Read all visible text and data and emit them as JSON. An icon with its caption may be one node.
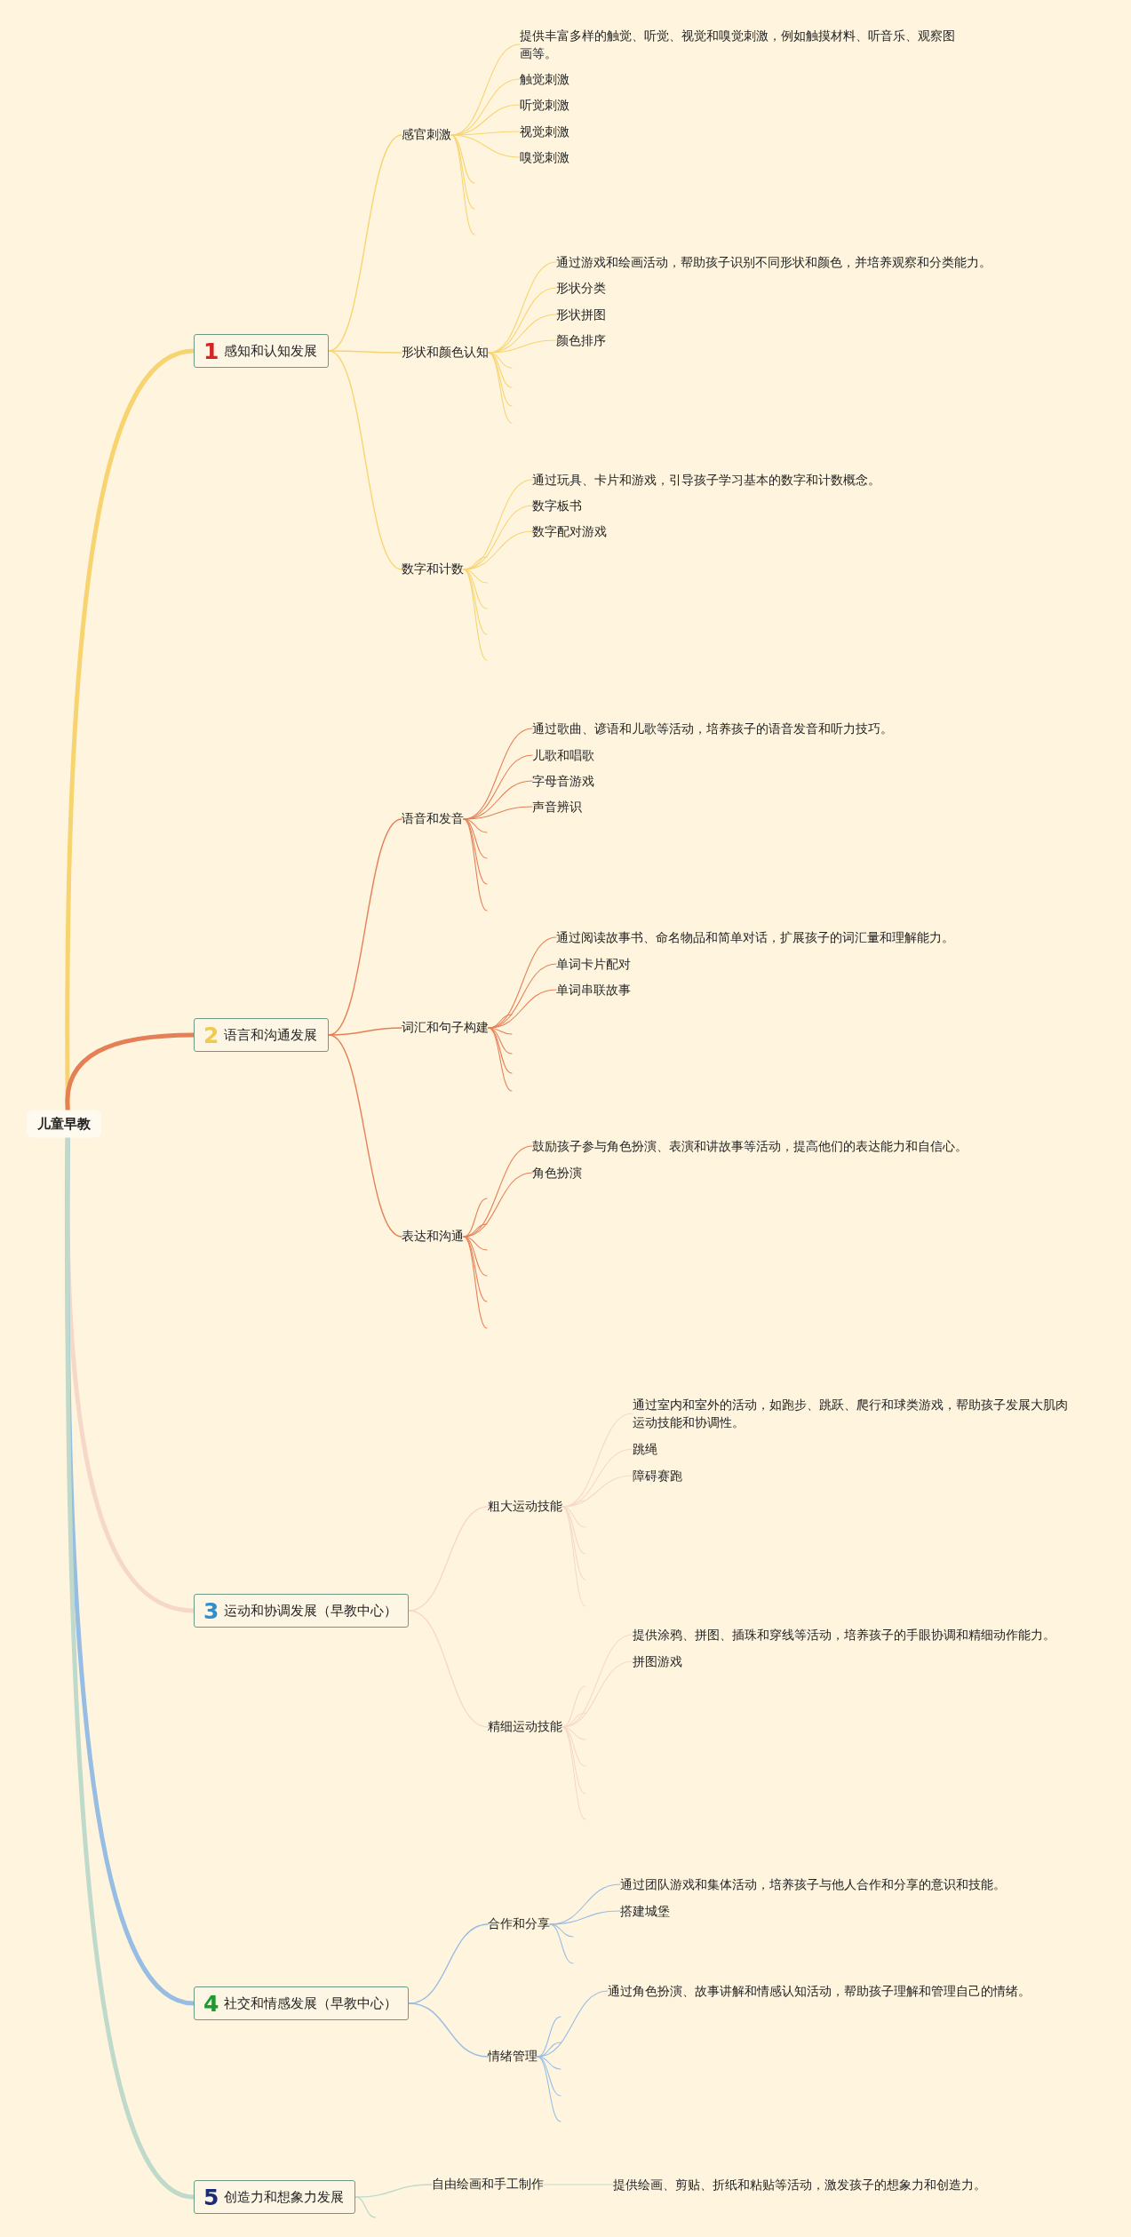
{
  "diagram": {
    "nodes": [
      {
        "text": [
          "儿童早教"
        ]
      },
      {
        "text": [
          "1",
          "感知和认知发展"
        ]
      },
      {
        "text": [
          "感官刺激"
        ]
      },
      {
        "text": [
          "提供丰富多样的触觉、听觉、视觉和嗅觉刺激，例如触摸材料、听音乐、观察图画等。"
        ]
      },
      {
        "text": [
          "触觉刺激"
        ]
      },
      {
        "text": [
          "听觉刺激"
        ]
      },
      {
        "text": [
          "视觉刺激"
        ]
      },
      {
        "text": [
          "嗅觉刺激"
        ]
      },
      {
        "text": [
          "形状和颜色认知"
        ]
      },
      {
        "text": [
          "通过游戏和绘画活动，帮助孩子识别不同形状和颜色，并培养观察和分类能力。"
        ]
      },
      {
        "text": [
          "形状分类"
        ]
      },
      {
        "text": [
          "形状拼图"
        ]
      },
      {
        "text": [
          "颜色排序"
        ]
      },
      {
        "text": [
          "数字和计数"
        ]
      },
      {
        "text": [
          "通过玩具、卡片和游戏，引导孩子学习基本的数字和计数概念。"
        ]
      },
      {
        "text": [
          "数字板书"
        ]
      },
      {
        "text": [
          "数字配对游戏"
        ]
      },
      {
        "text": [
          "2",
          "语言和沟通发展"
        ]
      },
      {
        "text": [
          "语音和发音"
        ]
      },
      {
        "text": [
          "通过歌曲、谚语和儿歌等活动，培养孩子的语音发音和听力技巧。"
        ]
      },
      {
        "text": [
          "儿歌和唱歌"
        ]
      },
      {
        "text": [
          "字母音游戏"
        ]
      },
      {
        "text": [
          "声音辨识"
        ]
      },
      {
        "text": [
          "词汇和句子构建"
        ]
      },
      {
        "text": [
          "通过阅读故事书、命名物品和简单对话，扩展孩子的词汇量和理解能力。"
        ]
      },
      {
        "text": [
          "单词卡片配对"
        ]
      },
      {
        "text": [
          "单词串联故事"
        ]
      },
      {
        "text": [
          "表达和沟通"
        ]
      },
      {
        "text": [
          "鼓励孩子参与角色扮演、表演和讲故事等活动，提高他们的表达能力和自信心。"
        ]
      },
      {
        "text": [
          "角色扮演"
        ]
      },
      {
        "text": [
          "3",
          "运动和协调发展（早教中心）"
        ]
      },
      {
        "text": [
          "粗大运动技能"
        ]
      },
      {
        "text": [
          "通过室内和室外的活动，如跑步、跳跃、爬行和球类游戏，帮助孩子发展大肌肉运动技能和协调性。"
        ]
      },
      {
        "text": [
          "跳绳"
        ]
      },
      {
        "text": [
          "障碍赛跑"
        ]
      },
      {
        "text": [
          "精细运动技能"
        ]
      },
      {
        "text": [
          "提供涂鸦、拼图、插珠和穿线等活动，培养孩子的手眼协调和精细动作能力。"
        ]
      },
      {
        "text": [
          "拼图游戏"
        ]
      },
      {
        "text": [
          "4",
          "社交和情感发展（早教中心）"
        ]
      },
      {
        "text": [
          "合作和分享"
        ]
      },
      {
        "text": [
          "通过团队游戏和集体活动，培养孩子与他人合作和分享的意识和技能。"
        ]
      },
      {
        "text": [
          "搭建城堡"
        ]
      },
      {
        "text": [
          "情绪管理"
        ]
      },
      {
        "text": [
          "通过角色扮演、故事讲解和情感认知活动，帮助孩子理解和管理自己的情绪。"
        ]
      },
      {
        "text": [
          "5",
          "创造力和想象力发展"
        ]
      },
      {
        "text": [
          "自由绘画和手工制作"
        ]
      },
      {
        "text": [
          "提供绘画、剪贴、折纸和粘贴等活动，激发孩子的想象力和创造力。"
        ]
      }
    ],
    "edges": [
      {
        "from": 0,
        "to": 1,
        "arrow": "none",
        "style": "thick",
        "color": "#f7d470"
      },
      {
        "from": 0,
        "to": 17,
        "arrow": "none",
        "style": "thick",
        "color": "#e57f55"
      },
      {
        "from": 0,
        "to": 30,
        "arrow": "none",
        "style": "thick",
        "color": "#f6d8c8"
      },
      {
        "from": 0,
        "to": 38,
        "arrow": "none",
        "style": "thick",
        "color": "#97bde3"
      },
      {
        "from": 0,
        "to": 44,
        "arrow": "none",
        "style": "thick",
        "color": "#bfdacb"
      },
      {
        "from": 1,
        "to": 2,
        "arrow": "none",
        "color": "#f7d470"
      },
      {
        "from": 1,
        "to": 8,
        "arrow": "none",
        "color": "#f7d470"
      },
      {
        "from": 1,
        "to": 13,
        "arrow": "none",
        "color": "#f7d470"
      },
      {
        "from": 2,
        "to": 3,
        "arrow": "none",
        "color": "#f7d470"
      },
      {
        "from": 2,
        "to": 4,
        "arrow": "none",
        "color": "#f7d470"
      },
      {
        "from": 2,
        "to": 5,
        "arrow": "none",
        "color": "#f7d470"
      },
      {
        "from": 2,
        "to": 6,
        "arrow": "none",
        "color": "#f7d470"
      },
      {
        "from": 2,
        "to": 7,
        "arrow": "none",
        "color": "#f7d470"
      },
      {
        "from": 2,
        "to": null,
        "arrow": "none",
        "color": "#f7d470"
      },
      {
        "from": 2,
        "to": null,
        "arrow": "none",
        "color": "#f7d470"
      },
      {
        "from": 2,
        "to": null,
        "arrow": "none",
        "color": "#f7d470"
      },
      {
        "from": 8,
        "to": 9,
        "arrow": "none",
        "color": "#f7d470"
      },
      {
        "from": 8,
        "to": 10,
        "arrow": "none",
        "color": "#f7d470"
      },
      {
        "from": 8,
        "to": 11,
        "arrow": "none",
        "color": "#f7d470"
      },
      {
        "from": 8,
        "to": 12,
        "arrow": "none",
        "color": "#f7d470"
      },
      {
        "from": 8,
        "to": null,
        "arrow": "none",
        "color": "#f7d470"
      },
      {
        "from": 8,
        "to": null,
        "arrow": "none",
        "color": "#f7d470"
      },
      {
        "from": 8,
        "to": null,
        "arrow": "none",
        "color": "#f7d470"
      },
      {
        "from": 8,
        "to": null,
        "arrow": "none",
        "color": "#f7d470"
      },
      {
        "from": 13,
        "to": 14,
        "arrow": "none",
        "color": "#f7d470"
      },
      {
        "from": 13,
        "to": 15,
        "arrow": "none",
        "color": "#f7d470"
      },
      {
        "from": 13,
        "to": 16,
        "arrow": "none",
        "color": "#f7d470"
      },
      {
        "from": 13,
        "to": null,
        "arrow": "none",
        "color": "#f7d470"
      },
      {
        "from": 13,
        "to": null,
        "arrow": "none",
        "color": "#f7d470"
      },
      {
        "from": 13,
        "to": null,
        "arrow": "none",
        "color": "#f7d470"
      },
      {
        "from": 13,
        "to": null,
        "arrow": "none",
        "color": "#f7d470"
      },
      {
        "from": 13,
        "to": null,
        "arrow": "none",
        "color": "#f7d470"
      },
      {
        "from": 17,
        "to": 18,
        "arrow": "none",
        "color": "#e57f55"
      },
      {
        "from": 17,
        "to": 23,
        "arrow": "none",
        "color": "#e57f55"
      },
      {
        "from": 17,
        "to": 27,
        "arrow": "none",
        "color": "#e57f55"
      },
      {
        "from": 18,
        "to": 19,
        "arrow": "none",
        "color": "#e57f55"
      },
      {
        "from": 18,
        "to": 20,
        "arrow": "none",
        "color": "#e57f55"
      },
      {
        "from": 18,
        "to": 21,
        "arrow": "none",
        "color": "#e57f55"
      },
      {
        "from": 18,
        "to": 22,
        "arrow": "none",
        "color": "#e57f55"
      },
      {
        "from": 18,
        "to": null,
        "arrow": "none",
        "color": "#e57f55"
      },
      {
        "from": 18,
        "to": null,
        "arrow": "none",
        "color": "#e57f55"
      },
      {
        "from": 18,
        "to": null,
        "arrow": "none",
        "color": "#e57f55"
      },
      {
        "from": 18,
        "to": null,
        "arrow": "none",
        "color": "#e57f55"
      },
      {
        "from": 23,
        "to": 24,
        "arrow": "none",
        "color": "#e57f55"
      },
      {
        "from": 23,
        "to": 25,
        "arrow": "none",
        "color": "#e57f55"
      },
      {
        "from": 23,
        "to": 26,
        "arrow": "none",
        "color": "#e57f55"
      },
      {
        "from": 23,
        "to": null,
        "arrow": "none",
        "color": "#e57f55"
      },
      {
        "from": 23,
        "to": null,
        "arrow": "none",
        "color": "#e57f55"
      },
      {
        "from": 23,
        "to": null,
        "arrow": "none",
        "color": "#e57f55"
      },
      {
        "from": 23,
        "to": null,
        "arrow": "none",
        "color": "#e57f55"
      },
      {
        "from": 23,
        "to": null,
        "arrow": "none",
        "color": "#e57f55"
      },
      {
        "from": 27,
        "to": 28,
        "arrow": "none",
        "color": "#e57f55"
      },
      {
        "from": 27,
        "to": 29,
        "arrow": "none",
        "color": "#e57f55"
      },
      {
        "from": 27,
        "to": null,
        "arrow": "none",
        "color": "#e57f55"
      },
      {
        "from": 27,
        "to": null,
        "arrow": "none",
        "color": "#e57f55"
      },
      {
        "from": 27,
        "to": null,
        "arrow": "none",
        "color": "#e57f55"
      },
      {
        "from": 27,
        "to": null,
        "arrow": "none",
        "color": "#e57f55"
      },
      {
        "from": 27,
        "to": null,
        "arrow": "none",
        "color": "#e57f55"
      },
      {
        "from": 27,
        "to": null,
        "arrow": "none",
        "color": "#e57f55"
      },
      {
        "from": 30,
        "to": 31,
        "arrow": "none",
        "color": "#f6d8c8"
      },
      {
        "from": 30,
        "to": 35,
        "arrow": "none",
        "color": "#f6d8c8"
      },
      {
        "from": 31,
        "to": 32,
        "arrow": "none",
        "color": "#f6d8c8"
      },
      {
        "from": 31,
        "to": 33,
        "arrow": "none",
        "color": "#f6d8c8"
      },
      {
        "from": 31,
        "to": 34,
        "arrow": "none",
        "color": "#f6d8c8"
      },
      {
        "from": 31,
        "to": null,
        "arrow": "none",
        "color": "#f6d8c8"
      },
      {
        "from": 31,
        "to": null,
        "arrow": "none",
        "color": "#f6d8c8"
      },
      {
        "from": 31,
        "to": null,
        "arrow": "none",
        "color": "#f6d8c8"
      },
      {
        "from": 31,
        "to": null,
        "arrow": "none",
        "color": "#f6d8c8"
      },
      {
        "from": 31,
        "to": null,
        "arrow": "none",
        "color": "#f6d8c8"
      },
      {
        "from": 35,
        "to": 36,
        "arrow": "none",
        "color": "#f6d8c8"
      },
      {
        "from": 35,
        "to": 37,
        "arrow": "none",
        "color": "#f6d8c8"
      },
      {
        "from": 35,
        "to": null,
        "arrow": "none",
        "color": "#f6d8c8"
      },
      {
        "from": 35,
        "to": null,
        "arrow": "none",
        "color": "#f6d8c8"
      },
      {
        "from": 35,
        "to": null,
        "arrow": "none",
        "color": "#f6d8c8"
      },
      {
        "from": 35,
        "to": null,
        "arrow": "none",
        "color": "#f6d8c8"
      },
      {
        "from": 35,
        "to": null,
        "arrow": "none",
        "color": "#f6d8c8"
      },
      {
        "from": 35,
        "to": null,
        "arrow": "none",
        "color": "#f6d8c8"
      },
      {
        "from": 38,
        "to": 39,
        "arrow": "none",
        "color": "#97bde3"
      },
      {
        "from": 38,
        "to": 42,
        "arrow": "none",
        "color": "#97bde3"
      },
      {
        "from": 39,
        "to": 40,
        "arrow": "none",
        "color": "#97bde3"
      },
      {
        "from": 39,
        "to": 41,
        "arrow": "none",
        "color": "#97bde3"
      },
      {
        "from": 39,
        "to": null,
        "arrow": "none",
        "color": "#97bde3"
      },
      {
        "from": 39,
        "to": null,
        "arrow": "none",
        "color": "#97bde3"
      },
      {
        "from": 42,
        "to": 43,
        "arrow": "none",
        "color": "#97bde3"
      },
      {
        "from": 42,
        "to": null,
        "arrow": "none",
        "color": "#97bde3"
      },
      {
        "from": 42,
        "to": null,
        "arrow": "none",
        "color": "#97bde3"
      },
      {
        "from": 42,
        "to": null,
        "arrow": "none",
        "color": "#97bde3"
      },
      {
        "from": 42,
        "to": null,
        "arrow": "none",
        "color": "#97bde3"
      },
      {
        "from": 42,
        "to": null,
        "arrow": "none",
        "color": "#97bde3"
      },
      {
        "from": 44,
        "to": 45,
        "arrow": "none",
        "color": "#bfdacb"
      },
      {
        "from": 44,
        "to": null,
        "arrow": "none",
        "color": "#bfdacb"
      },
      {
        "from": 45,
        "to": 46,
        "arrow": "none",
        "color": "#bfdacb"
      }
    ]
  }
}
